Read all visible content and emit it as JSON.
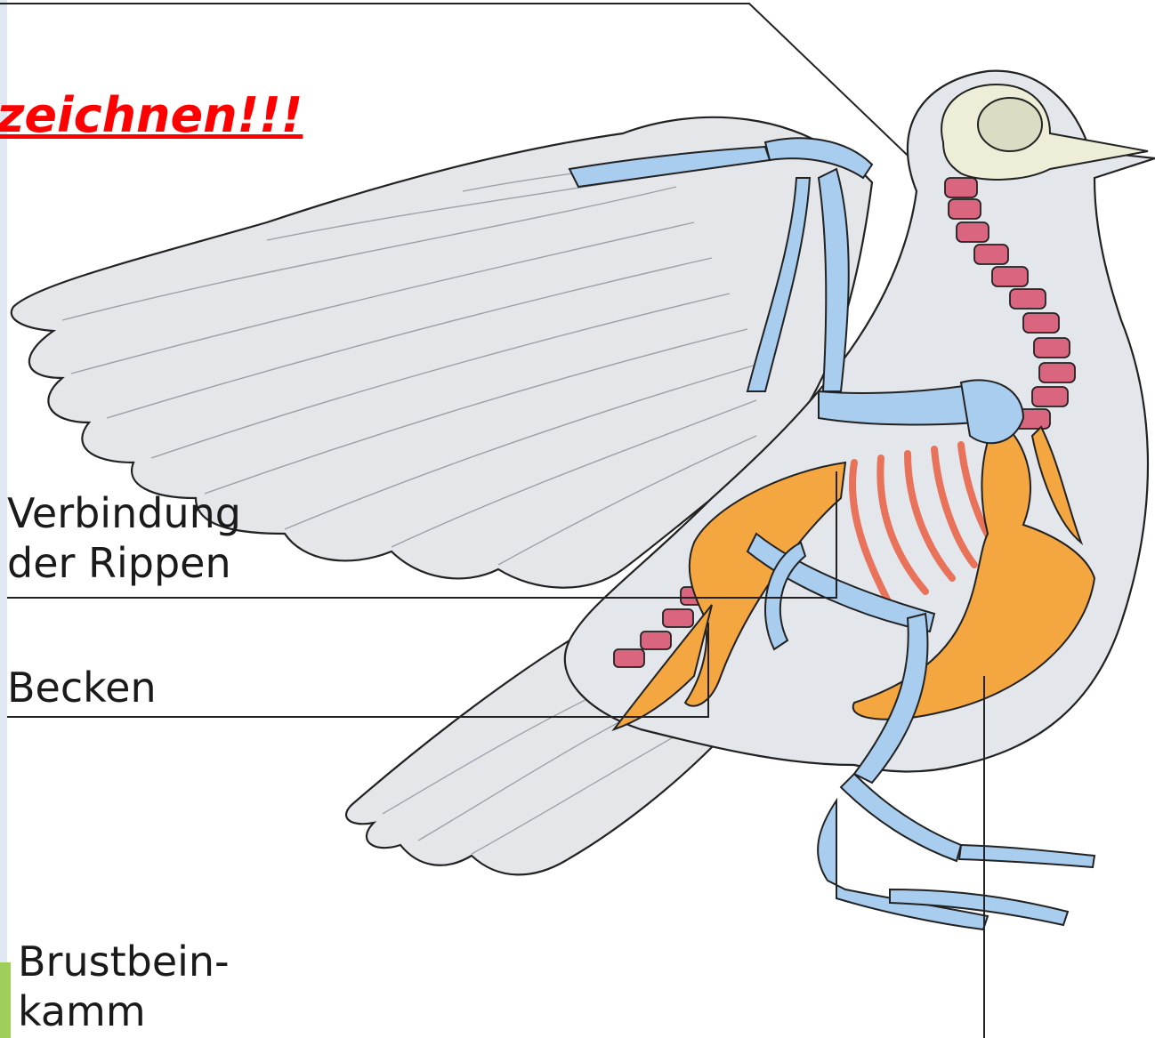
{
  "annotation": {
    "text": "zeichnen!!!",
    "color": "#ff0000"
  },
  "labels": {
    "ribs_line1": "Verbindung",
    "ribs_line2": "der Rippen",
    "pelvis": "Becken",
    "keel_line1": "Brustbein-",
    "keel_line2": "kamm"
  },
  "colors": {
    "body_fill": "#e3e6ea",
    "outline": "#222222",
    "wing_bones": "#a9cdee",
    "spine": "#d9657f",
    "pelvis_sternum": "#f4a640",
    "ribs": "#e8725a",
    "skull": "#eeeed8"
  }
}
